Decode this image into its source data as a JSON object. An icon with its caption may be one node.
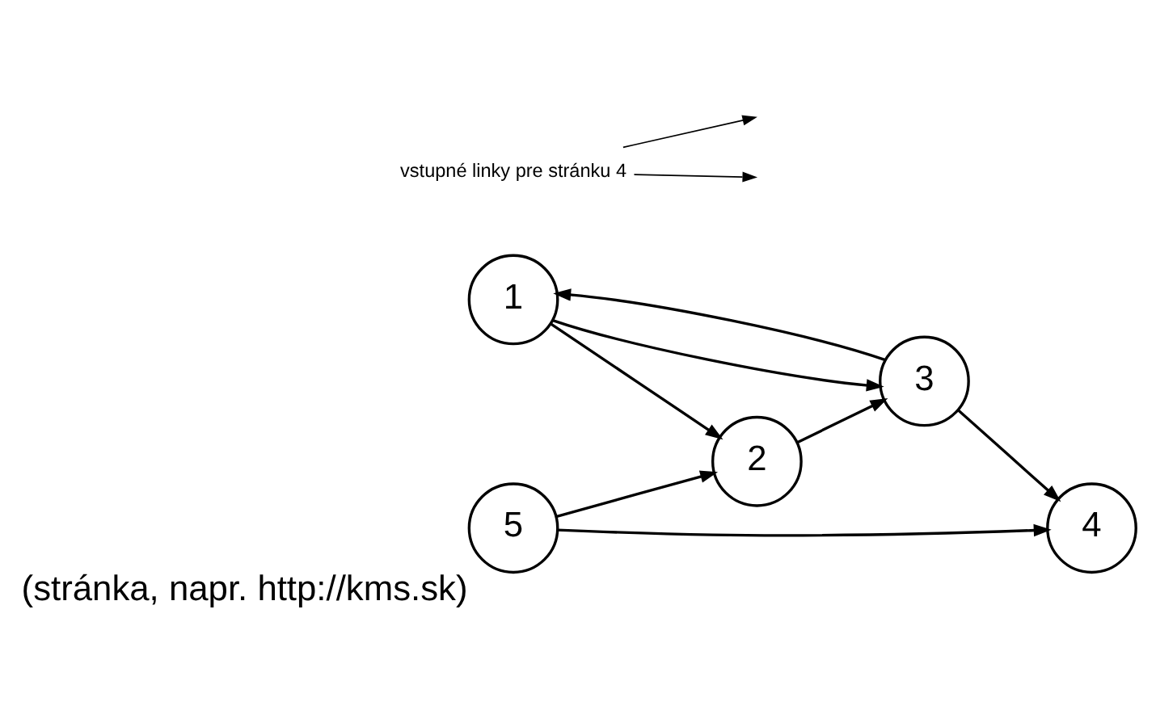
{
  "diagram": {
    "nodes": [
      {
        "text": [
          "1"
        ]
      },
      {
        "text": [
          "2"
        ]
      },
      {
        "text": [
          "3"
        ]
      },
      {
        "text": [
          "4"
        ]
      },
      {
        "text": [
          "5"
        ],
        "beside": [
          "(stránka, napr. http://kms.sk)"
        ]
      },
      {
        "text": [
          "vstupné linky pre stránku 4"
        ]
      }
    ],
    "edges": [
      {
        "from": 0,
        "to": 1,
        "arrow": "to"
      },
      {
        "from": 0,
        "to": 2,
        "arrow": "to"
      },
      {
        "from": 2,
        "to": 0,
        "arrow": "to"
      },
      {
        "from": 1,
        "to": 2,
        "arrow": "to"
      },
      {
        "from": 4,
        "to": 1,
        "arrow": "to"
      },
      {
        "from": 2,
        "to": 3,
        "arrow": "to"
      },
      {
        "from": 4,
        "to": 3,
        "arrow": "to"
      },
      {
        "from": 5,
        "to": null,
        "arrow": "to"
      },
      {
        "from": 5,
        "to": null,
        "arrow": "to"
      }
    ]
  }
}
